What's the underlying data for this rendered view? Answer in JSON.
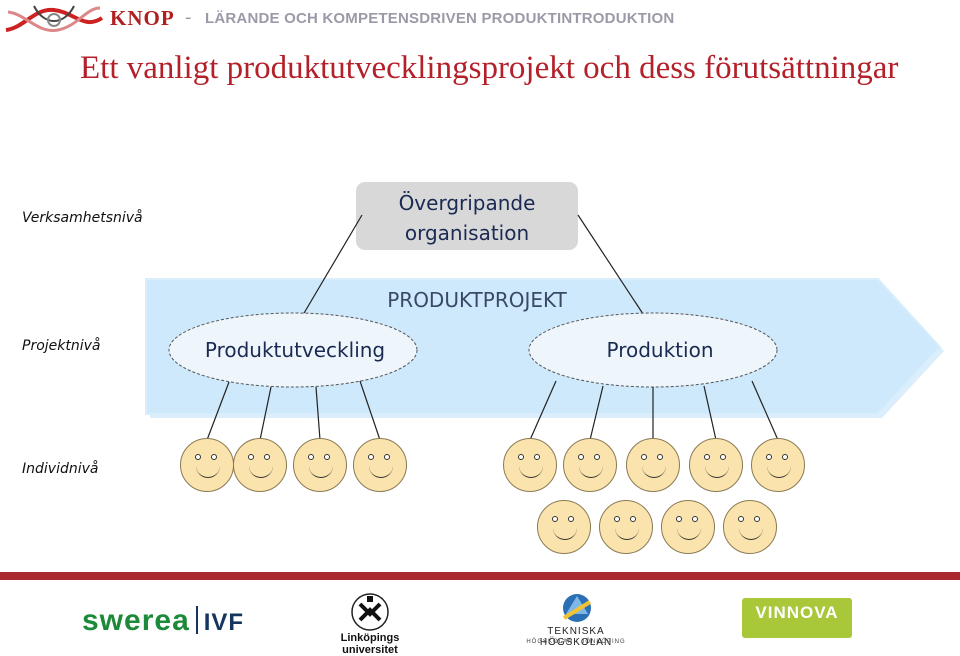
{
  "header": {
    "brand": "KNOP",
    "dash": "-",
    "subtitle": "LÄRANDE OCH KOMPETENSDRIVEN PRODUKTINTRODUKTION"
  },
  "title": "Ett vanligt produktutvecklingsprojekt och dess förutsättningar",
  "levels": {
    "organization": "Verksamhetsnivå",
    "project": "Projektnivå",
    "individual": "Individnivå"
  },
  "diagram": {
    "top_node": "Övergripande organisation",
    "arrow_label": "PRODUKTPROJEKT",
    "left_node": "Produktutveckling",
    "right_node": "Produktion",
    "left_team_size": 4,
    "right_team_size": 9,
    "colors": {
      "arrow_fill": "#cde9fb",
      "top_node_fill": "#d8d8d8",
      "face_fill": "#fbe3ad",
      "title": "#b4202a",
      "footer_band": "#a9272d"
    }
  },
  "footer": {
    "logo_swerea": "swerea",
    "logo_ivf": "IVF",
    "logo_liu": "Linköpings universitet",
    "logo_jth_1": "TEKNISKA HÖGSKOLAN",
    "logo_jth_2": "HÖGSKOLAN I JÖNKÖPING",
    "logo_vinnova": "VINNOVA"
  },
  "icons": [
    "knot-logo-icon",
    "liu-crest-icon",
    "jth-emblem-icon"
  ]
}
